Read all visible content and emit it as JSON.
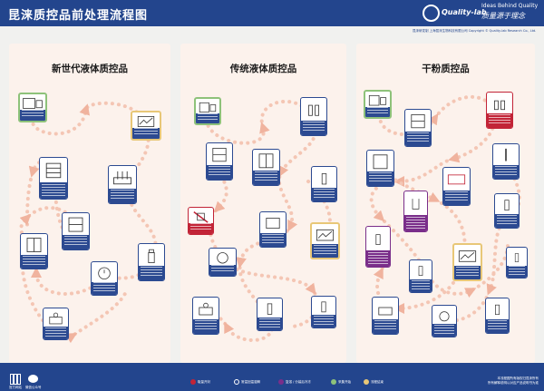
{
  "header": {
    "title": "昆涞质控品前处理流程图",
    "logo_text": "Quality-lab",
    "tagline": "Ideas Behind Quality",
    "slogan": "质量源于理念"
  },
  "subinfo": "昆涞研发制 上海昆涞生物科技有限公司 Copyright © Quality-lab Research Co., Ltd.",
  "panels": [
    {
      "title": "新世代液体质控品"
    },
    {
      "title": "传统液体质控品"
    },
    {
      "title": "干粉质控品"
    }
  ],
  "legend": [
    {
      "label": "取量开封",
      "color": "#c22437"
    },
    {
      "label": "常温回温溶解",
      "color": "#2c4a91"
    },
    {
      "label": "复溶 / 分装后冷冻",
      "color": "#7a2e8a"
    },
    {
      "label": "采集开始",
      "color": "#8ec27a"
    },
    {
      "label": "流程结束",
      "color": "#e8c777"
    }
  ],
  "footer": {
    "qr_label": "官方网站",
    "wechat_label": "微信公众号",
    "right_line1": "本流程图所有版权归昆涞所有",
    "right_line2": "所有解释说明以对应产品说明书为准"
  }
}
